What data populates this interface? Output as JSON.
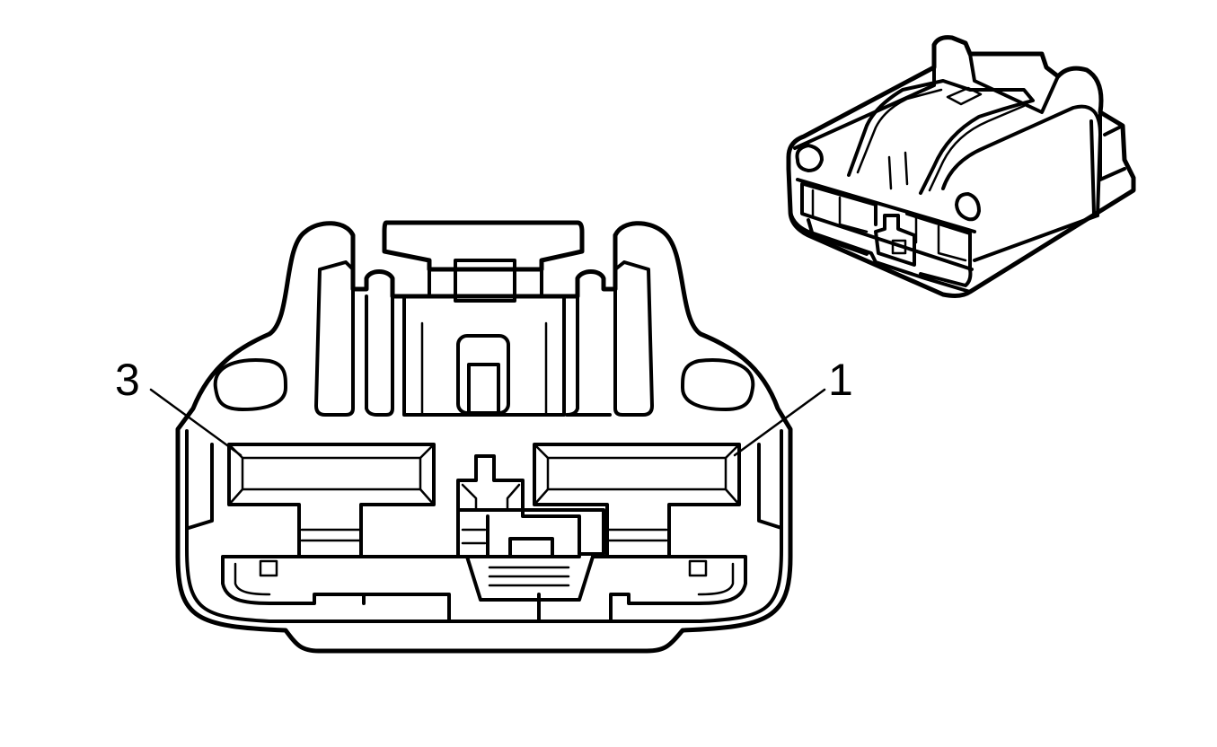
{
  "pin_labels": [
    {
      "id": "pin-3",
      "text": "3"
    },
    {
      "id": "pin-1",
      "text": "1"
    }
  ],
  "colors": {
    "line": "#000000",
    "background": "#ffffff"
  }
}
